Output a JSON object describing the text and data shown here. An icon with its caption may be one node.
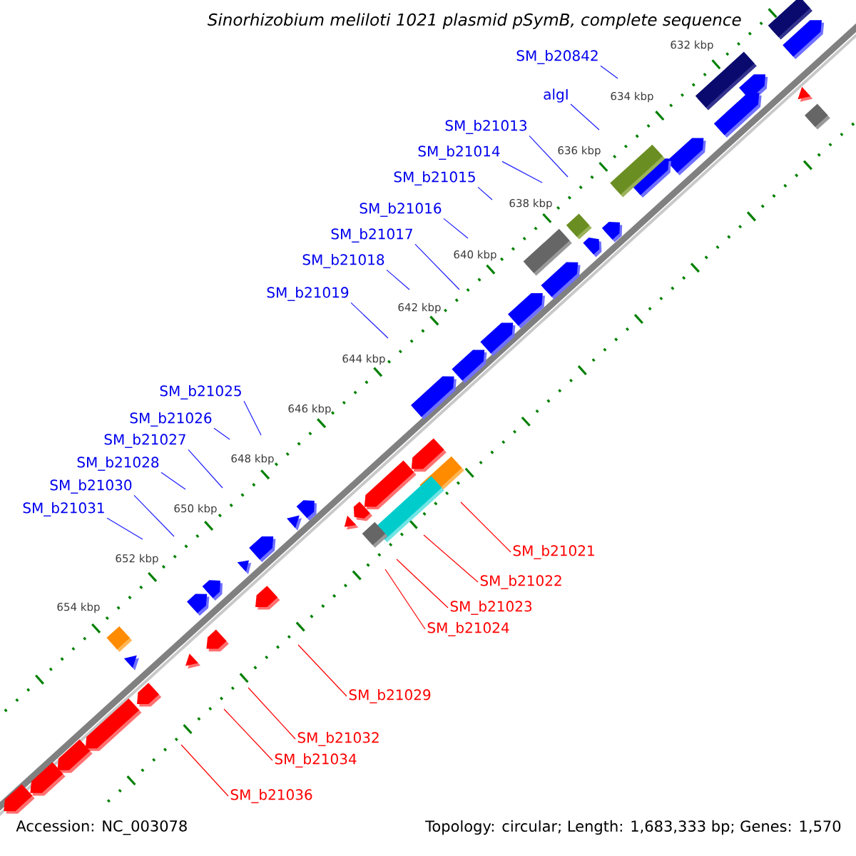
{
  "diagram": {
    "title": "Sinorhizobium meliloti 1021 plasmid pSymB, complete sequence",
    "nodes": [
      {
        "text": [
          "SM_b20842"
        ]
      },
      {
        "text": [
          "algI"
        ]
      },
      {
        "text": [
          "SM_b21013"
        ]
      },
      {
        "text": [
          "SM_b21014"
        ]
      },
      {
        "text": [
          "SM_b21015"
        ]
      },
      {
        "text": [
          "SM_b21016"
        ]
      },
      {
        "text": [
          "SM_b21017"
        ]
      },
      {
        "text": [
          "SM_b21018"
        ]
      },
      {
        "text": [
          "SM_b21019"
        ]
      },
      {
        "text": [
          "SM_b21025"
        ]
      },
      {
        "text": [
          "SM_b21026"
        ]
      },
      {
        "text": [
          "SM_b21027"
        ]
      },
      {
        "text": [
          "SM_b21028"
        ]
      },
      {
        "text": [
          "SM_b21030"
        ]
      },
      {
        "text": [
          "SM_b21031"
        ]
      },
      {
        "text": [
          "SM_b21021"
        ]
      },
      {
        "text": [
          "SM_b21022"
        ]
      },
      {
        "text": [
          "SM_b21023"
        ]
      },
      {
        "text": [
          "SM_b21024"
        ]
      },
      {
        "text": [
          "SM_b21029"
        ]
      },
      {
        "text": [
          "SM_b21032"
        ]
      },
      {
        "text": [
          "SM_b21034"
        ]
      },
      {
        "text": [
          "SM_b21036"
        ]
      }
    ],
    "edges": [
      {
        "from": 0,
        "to": null,
        "arrow": "none"
      },
      {
        "from": 1,
        "to": null,
        "arrow": "none"
      },
      {
        "from": 2,
        "to": null,
        "arrow": "none"
      },
      {
        "from": 3,
        "to": null,
        "arrow": "none"
      },
      {
        "from": 4,
        "to": null,
        "arrow": "none"
      },
      {
        "from": 5,
        "to": null,
        "arrow": "none"
      },
      {
        "from": 6,
        "to": null,
        "arrow": "none"
      },
      {
        "from": 7,
        "to": null,
        "arrow": "none"
      },
      {
        "from": 8,
        "to": null,
        "arrow": "none"
      },
      {
        "from": 9,
        "to": null,
        "arrow": "none"
      },
      {
        "from": 10,
        "to": null,
        "arrow": "none"
      },
      {
        "from": 11,
        "to": null,
        "arrow": "none"
      },
      {
        "from": 12,
        "to": null,
        "arrow": "none"
      },
      {
        "from": 13,
        "to": null,
        "arrow": "none"
      },
      {
        "from": 14,
        "to": null,
        "arrow": "none"
      },
      {
        "from": 15,
        "to": null,
        "arrow": "none",
        "color": "#ff0000"
      },
      {
        "from": 16,
        "to": null,
        "arrow": "none",
        "color": "#ff0000"
      },
      {
        "from": 17,
        "to": null,
        "arrow": "none",
        "color": "#ff0000"
      },
      {
        "from": 18,
        "to": null,
        "arrow": "none",
        "color": "#ff0000"
      },
      {
        "from": 19,
        "to": null,
        "arrow": "none",
        "color": "#ff0000"
      },
      {
        "from": 20,
        "to": null,
        "arrow": "none",
        "color": "#ff0000"
      },
      {
        "from": 21,
        "to": null,
        "arrow": "none",
        "color": "#ff0000"
      },
      {
        "from": 22,
        "to": null,
        "arrow": "none",
        "color": "#ff0000"
      }
    ],
    "labels": [
      "632 kbp",
      "634 kbp",
      "636 kbp",
      "638 kbp",
      "640 kbp",
      "642 kbp",
      "644 kbp",
      "646 kbp",
      "648 kbp",
      "650 kbp",
      "652 kbp",
      "654 kbp",
      "Accession: NC_003078",
      "Topology: circular; Length: 1,683,333 bp; Genes: 1,570"
    ]
  }
}
